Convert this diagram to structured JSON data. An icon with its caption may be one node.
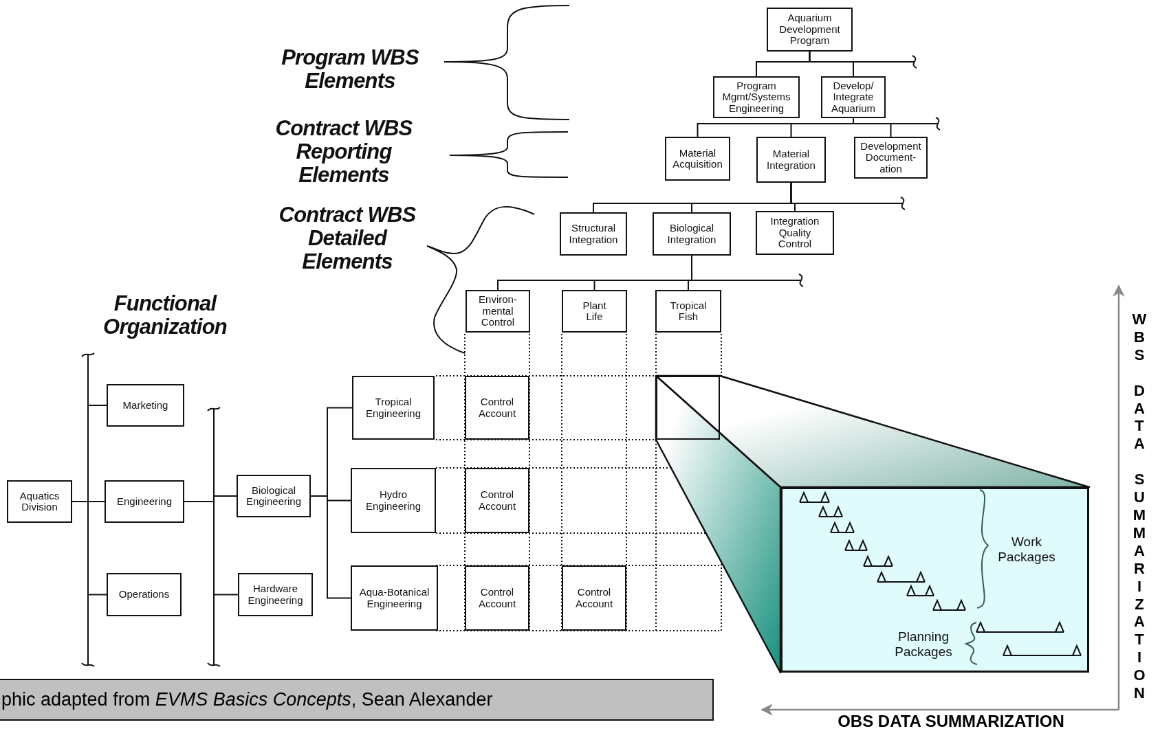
{
  "diagram": {
    "caption": "phic adapted from *EVMS Basics Concepts*, Sean Alexander",
    "nodes": [
      {
        "text": [
          "Aquarium Development Program"
        ]
      },
      {
        "text": [
          "Program Mgmt/Systems Engineering"
        ]
      },
      {
        "text": [
          "Develop/ Integrate Aquarium"
        ]
      },
      {
        "text": [
          "Material Acquisition"
        ]
      },
      {
        "text": [
          "Material Integration"
        ]
      },
      {
        "text": [
          "Development Document- ation"
        ]
      },
      {
        "text": [
          "Structural Integration"
        ]
      },
      {
        "text": [
          "Biological Integration"
        ]
      },
      {
        "text": [
          "Integration Quality Control"
        ]
      },
      {
        "text": [
          "Environ- mental Control"
        ]
      },
      {
        "text": [
          "Plant Life"
        ]
      },
      {
        "text": [
          "Tropical Fish"
        ]
      },
      {
        "text": [
          "Aquatics Division"
        ]
      },
      {
        "text": [
          "Marketing"
        ]
      },
      {
        "text": [
          "Engineering"
        ]
      },
      {
        "text": [
          "Operations"
        ]
      },
      {
        "text": [
          "Biological Engineering"
        ]
      },
      {
        "text": [
          "Hardware Engineering"
        ]
      },
      {
        "text": [
          "Tropical Engineering"
        ]
      },
      {
        "text": [
          "Hydro Engineering"
        ]
      },
      {
        "text": [
          "Aqua-Botanical Engineering"
        ]
      },
      {
        "text": [
          "Control Account"
        ]
      },
      {
        "text": [],
        "shape": "box"
      },
      {
        "text": [
          "Control Account"
        ]
      },
      {
        "text": [
          "Control Account"
        ]
      },
      {
        "text": [
          "Control Account"
        ]
      },
      {
        "text": [
          "Work Packages",
          "Planning Packages"
        ]
      }
    ],
    "edges": [
      {
        "from": 0,
        "to": 1,
        "arrow": "none"
      },
      {
        "from": 0,
        "to": 2,
        "arrow": "none"
      },
      {
        "from": 0,
        "to": null,
        "arrow": "none"
      },
      {
        "from": 2,
        "to": 3,
        "arrow": "none"
      },
      {
        "from": 2,
        "to": 4,
        "arrow": "none"
      },
      {
        "from": 2,
        "to": 5,
        "arrow": "none"
      },
      {
        "from": 2,
        "to": null,
        "arrow": "none"
      },
      {
        "from": 4,
        "to": 6,
        "arrow": "none"
      },
      {
        "from": 4,
        "to": 7,
        "arrow": "none"
      },
      {
        "from": 4,
        "to": 8,
        "arrow": "none"
      },
      {
        "from": 4,
        "to": null,
        "arrow": "none"
      },
      {
        "from": 7,
        "to": 9,
        "arrow": "none"
      },
      {
        "from": 7,
        "to": 10,
        "arrow": "none"
      },
      {
        "from": 7,
        "to": 11,
        "arrow": "none"
      },
      {
        "from": 7,
        "to": null,
        "arrow": "none"
      },
      {
        "from": 12,
        "to": 13,
        "arrow": "none"
      },
      {
        "from": 12,
        "to": 14,
        "arrow": "none"
      },
      {
        "from": 12,
        "to": 15,
        "arrow": "none"
      },
      {
        "from": 12,
        "to": null,
        "arrow": "none"
      },
      {
        "from": 12,
        "to": null,
        "arrow": "none"
      },
      {
        "from": 14,
        "to": 16,
        "arrow": "none"
      },
      {
        "from": 14,
        "to": 17,
        "arrow": "none"
      },
      {
        "from": 14,
        "to": null,
        "arrow": "none"
      },
      {
        "from": 14,
        "to": null,
        "arrow": "none"
      },
      {
        "from": 16,
        "to": 18,
        "arrow": "none"
      },
      {
        "from": 16,
        "to": 19,
        "arrow": "none"
      },
      {
        "from": 16,
        "to": 20,
        "arrow": "none"
      }
    ],
    "labels": [
      "Program WBS Elements",
      "Contract WBS Reporting Elements",
      "Contract WBS Detailed Elements",
      "Functional Organization",
      "WBS DATA SUMMARIZATION",
      "OBS DATA SUMMARIZATION"
    ]
  }
}
